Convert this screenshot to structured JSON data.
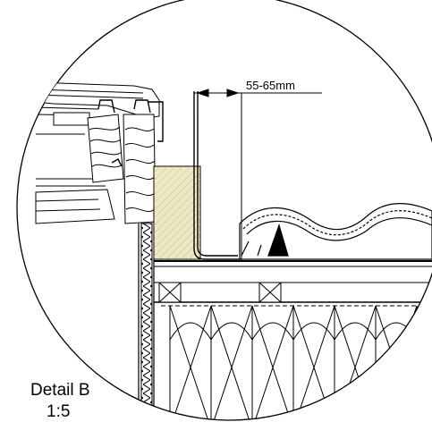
{
  "detail": {
    "title": "Detail B",
    "scale": "1:5"
  },
  "dimension": {
    "label": "55-65mm"
  },
  "colors": {
    "line": "#000000",
    "timber_fill": "#efe8c4",
    "background": "#ffffff"
  }
}
